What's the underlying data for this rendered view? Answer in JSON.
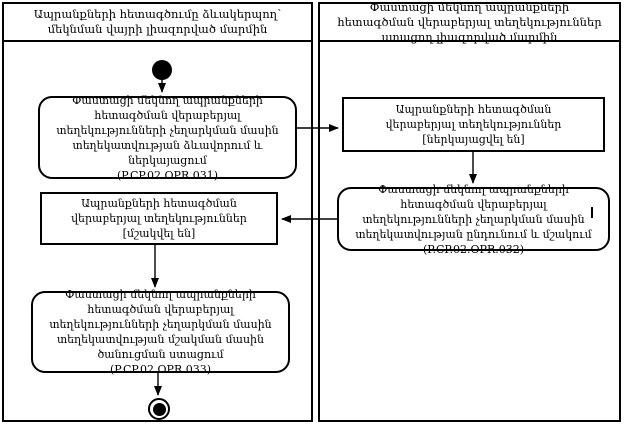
{
  "diagram": {
    "lanes": {
      "left": {
        "header": "Ապրանքների հետագծումը ձևակերպող՝ մեկնման վայրի լիազորված մարմին"
      },
      "right": {
        "header": "Փաստացի մեկնող ապրանքների հետագծման վերաբերյալ տեղեկություններ ստացող լիազորված մարմին"
      }
    },
    "nodes": {
      "start": {
        "type": "initial-node"
      },
      "op031": {
        "type": "activity",
        "label": "Փաստացի մեկնող ապրանքների հետագծման վերաբերյալ տեղեկությունների չեղարկման մասին տեղեկատվության ձևավորում և ներկայացում",
        "code": "(P.CP.02.OPR.031)"
      },
      "obj_submitted": {
        "type": "object-state",
        "label": "Ապրանքների հետագծման վերաբերյալ տեղեկություններ",
        "state": "[ներկայացվել են]"
      },
      "op032": {
        "type": "activity",
        "label": "Փաստացի մեկնող ապրանքների հետագծման վերաբերյալ տեղեկությունների չեղարկման մասին տեղեկատվության ընդունում և մշակում",
        "code": "(P.CP.02.OPR.032)"
      },
      "obj_processed": {
        "type": "object-state",
        "label": "Ապրանքների հետագծման վերաբերյալ տեղեկություններ",
        "state": "[մշակվել են]"
      },
      "op033": {
        "type": "activity",
        "label": "Փաստացի մեկնող ապրանքների հետագծման վերաբերյալ տեղեկությունների չեղարկման մասին տեղեկատվության մշակման մասին ծանուցման ստացում",
        "code": "(P.CP.02.OPR.033)"
      },
      "end": {
        "type": "final-node"
      }
    },
    "edges": [
      {
        "from": "start",
        "to": "op031"
      },
      {
        "from": "op031",
        "to": "obj_submitted"
      },
      {
        "from": "obj_submitted",
        "to": "op032"
      },
      {
        "from": "op032",
        "to": "obj_processed"
      },
      {
        "from": "obj_processed",
        "to": "op033"
      },
      {
        "from": "op033",
        "to": "end"
      }
    ],
    "colors": {
      "line": "#000000",
      "background": "#ffffff"
    }
  }
}
